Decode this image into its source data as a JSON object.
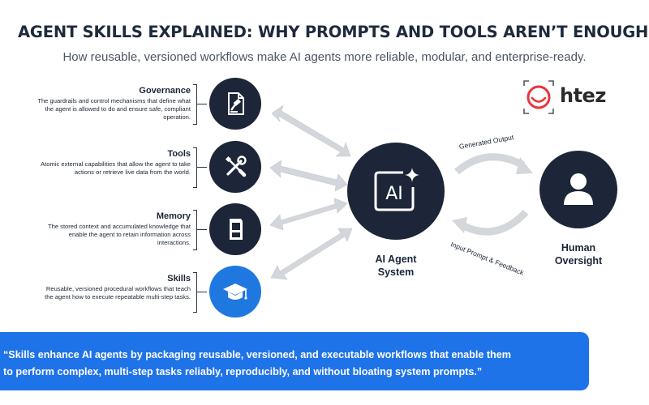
{
  "header": {
    "title": "AGENT SKILLS EXPLAINED: WHY PROMPTS AND TOOLS AREN’T ENOUGH",
    "subtitle": "How reusable, versioned workflows make AI agents more reliable, modular, and enterprise-ready."
  },
  "logo": {
    "text": "htez"
  },
  "components": [
    {
      "title": "Governance",
      "description": "The guardrails and control mechanisms that define what the agent is allowed to do and ensure safe, compliant operation.",
      "icon": "gavel-document-icon"
    },
    {
      "title": "Tools",
      "description": "Atomic external capabilities that allow the agent to take actions or retrieve live data from the world.",
      "icon": "wrench-screwdriver-icon"
    },
    {
      "title": "Memory",
      "description": "The stored context and accumulated knowledge that enable the agent to retain information across interactions.",
      "icon": "memory-card-icon"
    },
    {
      "title": "Skills",
      "description": "Reusable, versioned procedural workflows that teach the agent how to execute repeatable multi-step tasks.",
      "icon": "graduation-cap-icon"
    }
  ],
  "center": {
    "label_line1": "AI Agent",
    "label_line2": "System",
    "icon_text": "AI",
    "icon": "ai-sparkle-icon"
  },
  "human": {
    "label_line1": "Human",
    "label_line2": "Oversight",
    "icon": "person-icon"
  },
  "flows": {
    "top": "Generated Output",
    "bottom": "Input Prompt & Feedback"
  },
  "banner": {
    "line1": "“Skills enhance AI agents by packaging reusable, versioned, and executable workflows that enable them",
    "line2": "to perform complex, multi-step tasks reliably, reproducibly, and without bloating system prompts.”"
  },
  "colors": {
    "dark_navy": "#1c2638",
    "accent_blue": "#1f73e8",
    "arrow_gray": "#d3d6db",
    "logo_red": "#e8363c"
  }
}
